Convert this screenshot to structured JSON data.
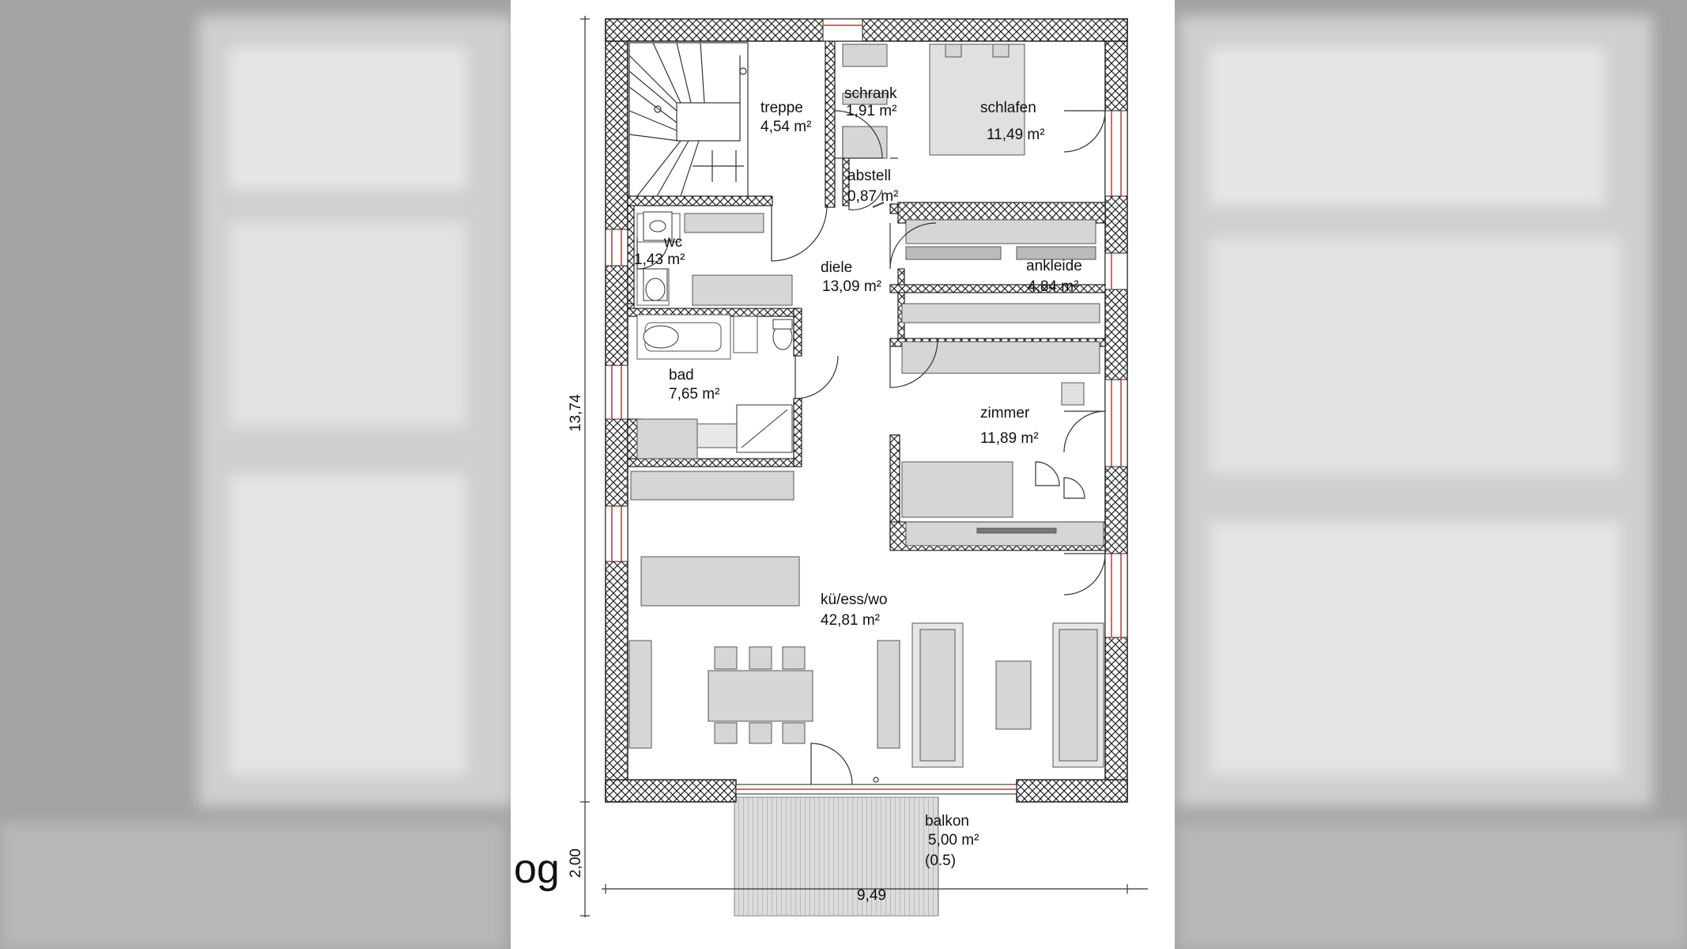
{
  "plan": {
    "floor_label": "og",
    "dimensions": {
      "height_main": "13,74",
      "height_balcony": "2,00",
      "width": "9,49"
    },
    "rooms": {
      "treppe": {
        "name": "treppe",
        "area": "4,54 m²"
      },
      "schrank": {
        "name": "schrank",
        "area": "1,91 m²"
      },
      "schlafen": {
        "name": "schlafen",
        "area": "11,49 m²"
      },
      "abstell": {
        "name": "abstell",
        "area": "0,87 m²"
      },
      "wc": {
        "name": "wc",
        "area": "1,43 m²"
      },
      "diele": {
        "name": "diele",
        "area": "13,09 m²"
      },
      "ankleide": {
        "name": "ankleide",
        "area": "4,84 m²"
      },
      "bad": {
        "name": "bad",
        "area": "7,65 m²"
      },
      "zimmer": {
        "name": "zimmer",
        "area": "11,89 m²"
      },
      "kueche": {
        "name": "kü/ess/wo",
        "area": "42,81 m²"
      },
      "balkon": {
        "name": "balkon",
        "area": "5,00 m²",
        "note": "(0.5)"
      }
    }
  },
  "colors": {
    "wall": "#ffffff",
    "hatch": "#222222",
    "furniture": "#d6d6d6",
    "window": "#c0392b",
    "balcony": "#d8d8d8"
  }
}
